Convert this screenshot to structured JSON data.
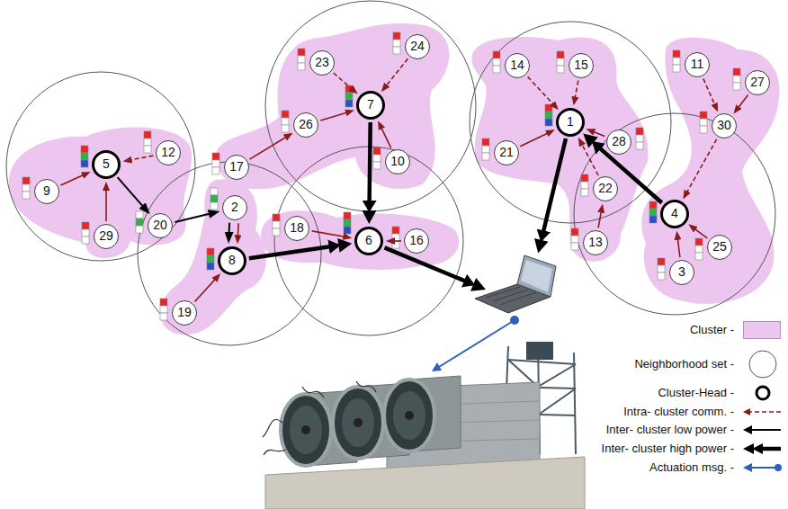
{
  "diagram": {
    "nodes": [
      {
        "text": [
          "1"
        ]
      },
      {
        "text": [
          "2"
        ]
      },
      {
        "text": [
          "3"
        ]
      },
      {
        "text": [
          "4"
        ]
      },
      {
        "text": [
          "5"
        ]
      },
      {
        "text": [
          "6"
        ]
      },
      {
        "text": [
          "7"
        ]
      },
      {
        "text": [
          "8"
        ]
      },
      {
        "text": [
          "9"
        ]
      },
      {
        "text": [
          "10"
        ]
      },
      {
        "text": [
          "11"
        ]
      },
      {
        "text": [
          "12"
        ]
      },
      {
        "text": [
          "13"
        ]
      },
      {
        "text": [
          "14"
        ]
      },
      {
        "text": [
          "15"
        ]
      },
      {
        "text": [
          "16"
        ]
      },
      {
        "text": [
          "17"
        ]
      },
      {
        "text": [
          "18"
        ]
      },
      {
        "text": [
          "19"
        ]
      },
      {
        "text": [
          "20"
        ]
      },
      {
        "text": [
          "21"
        ]
      },
      {
        "text": [
          "22"
        ]
      },
      {
        "text": [
          "23"
        ]
      },
      {
        "text": [
          "24"
        ]
      },
      {
        "text": [
          "25"
        ]
      },
      {
        "text": [
          "26"
        ]
      },
      {
        "text": [
          "27"
        ]
      },
      {
        "text": [
          "28"
        ]
      },
      {
        "text": [
          "29"
        ]
      },
      {
        "text": [
          "30"
        ]
      }
    ],
    "edges": [
      {
        "from": 8,
        "to": 4,
        "arrow": "to"
      },
      {
        "from": 11,
        "to": 4,
        "arrow": "to"
      },
      {
        "from": 28,
        "to": 4,
        "arrow": "to"
      },
      {
        "from": 4,
        "to": 19,
        "arrow": "to"
      },
      {
        "from": 19,
        "to": 1,
        "arrow": "to"
      },
      {
        "from": 1,
        "to": 7,
        "arrow": "to"
      },
      {
        "from": 1,
        "to": 7,
        "arrow": "to"
      },
      {
        "from": 18,
        "to": 7,
        "arrow": "to"
      },
      {
        "from": 7,
        "to": 5,
        "arrow": "to"
      },
      {
        "from": 16,
        "to": 25,
        "arrow": "to"
      },
      {
        "from": 25,
        "to": 6,
        "arrow": "to"
      },
      {
        "from": 22,
        "to": 6,
        "arrow": "to"
      },
      {
        "from": 23,
        "to": 6,
        "arrow": "to"
      },
      {
        "from": 9,
        "to": 6,
        "arrow": "to"
      },
      {
        "from": 6,
        "to": 5,
        "arrow": "to"
      },
      {
        "from": 17,
        "to": 5,
        "arrow": "to"
      },
      {
        "from": 15,
        "to": 5,
        "arrow": "to"
      },
      {
        "from": 13,
        "to": 0,
        "arrow": "to"
      },
      {
        "from": 14,
        "to": 0,
        "arrow": "to"
      },
      {
        "from": 20,
        "to": 0,
        "arrow": "to"
      },
      {
        "from": 27,
        "to": 0,
        "arrow": "to"
      },
      {
        "from": 21,
        "to": 0,
        "arrow": "to"
      },
      {
        "from": 12,
        "to": 21,
        "arrow": "to"
      },
      {
        "from": 3,
        "to": 0,
        "arrow": "to"
      },
      {
        "from": 10,
        "to": 29,
        "arrow": "to"
      },
      {
        "from": 26,
        "to": 29,
        "arrow": "to"
      },
      {
        "from": 29,
        "to": 3,
        "arrow": "to"
      },
      {
        "from": 2,
        "to": 3,
        "arrow": "to"
      },
      {
        "from": 24,
        "to": 3,
        "arrow": "to"
      }
    ],
    "legend": [
      {
        "text": "Cluster -",
        "color": "#ecc6ee"
      },
      {
        "text": "Neighborhood set -"
      },
      {
        "text": "Cluster-Head -"
      },
      {
        "text": "Intra- cluster comm. -"
      },
      {
        "text": "Inter- cluster low power -"
      },
      {
        "text": "Inter- cluster high power -"
      },
      {
        "text": "Actuation msg. -"
      }
    ]
  }
}
